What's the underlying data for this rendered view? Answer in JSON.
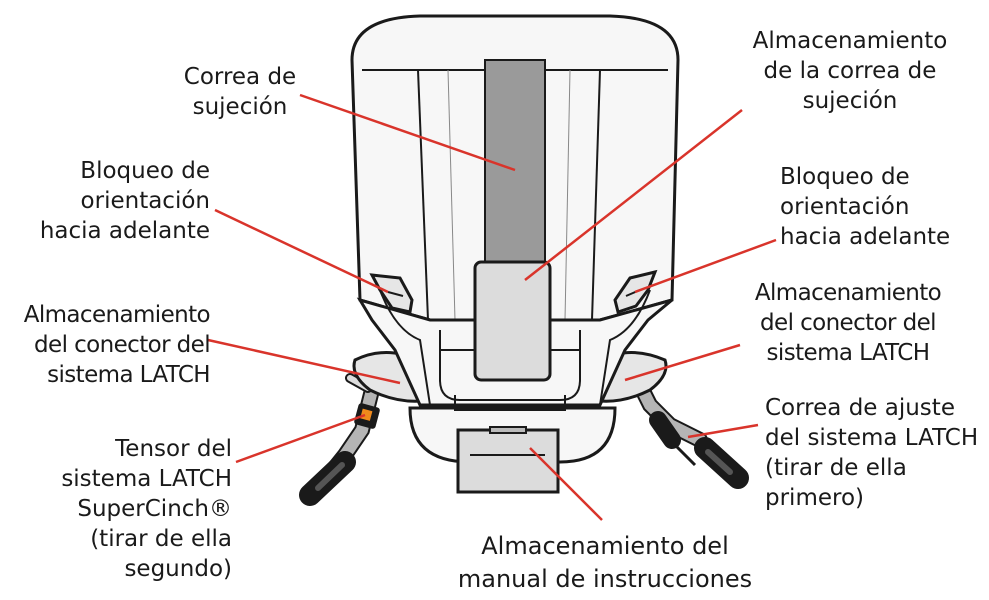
{
  "labels": {
    "tether_strap": [
      "Correa de",
      "sujeción"
    ],
    "tether_storage": [
      "Almacenamiento",
      "de la correa de",
      "sujeción"
    ],
    "fwd_lock_left": [
      "Bloqueo de",
      "orientación",
      "hacia adelante"
    ],
    "fwd_lock_right": [
      "Bloqueo de",
      "orientación",
      "hacia adelante"
    ],
    "latch_storage_left": [
      "Almacenamiento",
      "del conector del",
      "sistema LATCH"
    ],
    "latch_storage_right": [
      "Almacenamiento",
      "del conector del",
      "sistema LATCH"
    ],
    "supercinch": [
      "Tensor del",
      "sistema LATCH",
      "SuperCinch®",
      "(tirar de ella",
      "segundo)"
    ],
    "latch_adjust": [
      "Correa de ajuste",
      "del sistema LATCH",
      "(tirar de ella",
      "primero)"
    ],
    "manual_storage": [
      "Almacenamiento del",
      "manual de instrucciones"
    ]
  },
  "colors": {
    "leader": "#d9342b",
    "outline": "#1a1a1a",
    "seat_fill": "#f7f7f7",
    "shade": "#dcdcdc",
    "strap_gray": "#9a9a9a",
    "orange": "#f08a1c"
  }
}
